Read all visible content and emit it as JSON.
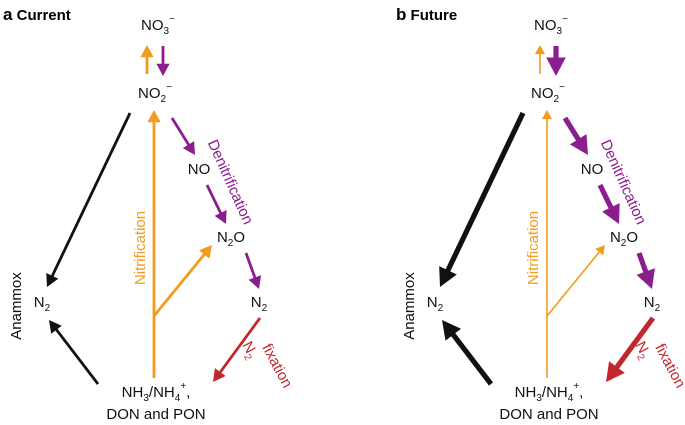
{
  "colors": {
    "nitrification": "#F29B1D",
    "denitrification": "#8B1E8F",
    "anammox": "#111111",
    "fixation": "#C1272D",
    "text": "#111111"
  },
  "panels": [
    {
      "letter": "a",
      "title": "Current",
      "species": {
        "no3": {
          "base": "NO",
          "sub": "3",
          "sup": "−"
        },
        "no2": {
          "base": "NO",
          "sub": "2",
          "sup": "−"
        },
        "no": {
          "base": "NO"
        },
        "n2o": {
          "base": "N",
          "sub": "2",
          "tail": "O"
        },
        "n2_right": {
          "base": "N",
          "sub": "2"
        },
        "n2_left": {
          "base": "N",
          "sub": "2"
        },
        "nh": {
          "line1": "NH",
          "sub1": "3",
          "mid": "/NH",
          "sub2": "4",
          "sup": "+",
          "tail": ",",
          "line2": "DON and PON"
        }
      },
      "labels": {
        "nitrification": "Nitrification",
        "denitrification": "Denitrification",
        "anammox": "Anammox",
        "fixation_n": "N",
        "fixation_sub": "2",
        "fixation_word": "fixation"
      },
      "flux_strength": {
        "nitrification_no2_to_no3": "normal",
        "denitrification_no3_to_no2": "normal",
        "nitrification_nh_to_no2": "normal",
        "nitrification_nh_to_n2o": "normal",
        "denitrification_no2_to_no": "normal",
        "denitrification_no_to_n2o": "normal",
        "denitrification_n2o_to_n2": "normal",
        "anammox_no2_to_n2": "normal",
        "anammox_nh_to_n2": "normal",
        "fixation_n2_to_nh": "normal"
      }
    },
    {
      "letter": "b",
      "title": "Future",
      "species": {
        "no3": {
          "base": "NO",
          "sub": "3",
          "sup": "−"
        },
        "no2": {
          "base": "NO",
          "sub": "2",
          "sup": "−"
        },
        "no": {
          "base": "NO"
        },
        "n2o": {
          "base": "N",
          "sub": "2",
          "tail": "O"
        },
        "n2_right": {
          "base": "N",
          "sub": "2"
        },
        "n2_left": {
          "base": "N",
          "sub": "2"
        },
        "nh": {
          "line1": "NH",
          "sub1": "3",
          "mid": "/NH",
          "sub2": "4",
          "sup": "+",
          "tail": ",",
          "line2": "DON and PON"
        }
      },
      "labels": {
        "nitrification": "Nitrification",
        "denitrification": "Denitrification",
        "anammox": "Anammox",
        "fixation_n": "N",
        "fixation_sub": "2",
        "fixation_word": "fixation"
      },
      "flux_strength": {
        "nitrification_no2_to_no3": "weak",
        "denitrification_no3_to_no2": "strong",
        "nitrification_nh_to_no2": "weak",
        "nitrification_nh_to_n2o": "weak",
        "denitrification_no2_to_no": "strong",
        "denitrification_no_to_n2o": "strong",
        "denitrification_n2o_to_n2": "strong",
        "anammox_no2_to_n2": "strong",
        "anammox_nh_to_n2": "strong",
        "fixation_n2_to_nh": "strong"
      }
    }
  ]
}
